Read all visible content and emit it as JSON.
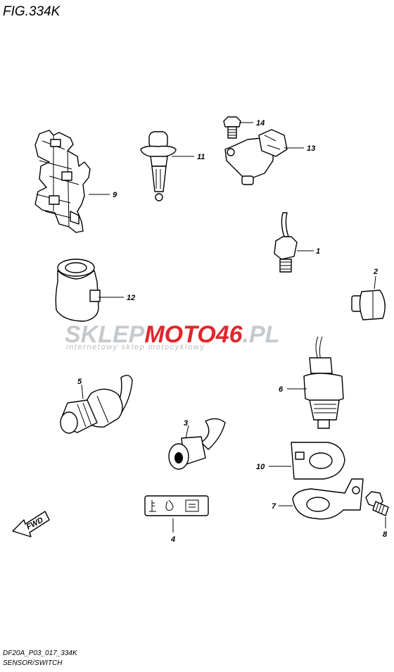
{
  "figure": {
    "title": "FIG.334K"
  },
  "footer": {
    "code": "DF20A_P03_017_334K",
    "caption": "SENSOR/SWITCH"
  },
  "watermark": {
    "brand": "SKLEPMOTO46.PL",
    "brand_gray": "SKLEP",
    "brand_red": "MOTO46",
    "brand_gray2": ".PL",
    "tagline": "internetowy sklep motocyklowy",
    "colors": {
      "gray": "#c7cacd",
      "red": "#e0262c"
    }
  },
  "direction_arrow": {
    "label": "FWD"
  },
  "callouts": [
    {
      "id": "1",
      "text": "1"
    },
    {
      "id": "2",
      "text": "2"
    },
    {
      "id": "3",
      "text": "3"
    },
    {
      "id": "4",
      "text": "4"
    },
    {
      "id": "5",
      "text": "5"
    },
    {
      "id": "6",
      "text": "6"
    },
    {
      "id": "7",
      "text": "7"
    },
    {
      "id": "8",
      "text": "8"
    },
    {
      "id": "9",
      "text": "9"
    },
    {
      "id": "10",
      "text": "10"
    },
    {
      "id": "11",
      "text": "11"
    },
    {
      "id": "12",
      "text": "12"
    },
    {
      "id": "13",
      "text": "13"
    },
    {
      "id": "14",
      "text": "14"
    }
  ]
}
